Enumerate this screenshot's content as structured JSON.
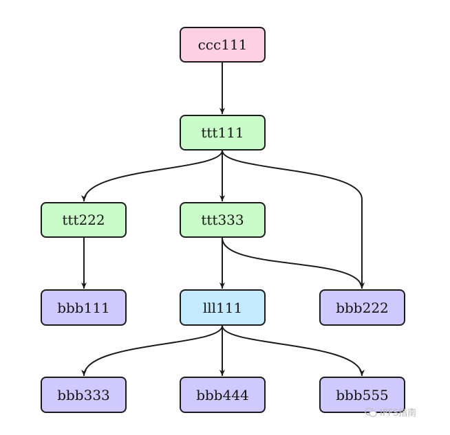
{
  "colors": {
    "pink": "#fdd1e3",
    "green": "#c9fcc9",
    "blue": "#c3eaff",
    "purple": "#cfc9fd",
    "edge": "#1a1a1a"
  },
  "nodes": {
    "ccc111": {
      "label": "ccc111",
      "color": "pink"
    },
    "ttt111": {
      "label": "ttt111",
      "color": "green"
    },
    "ttt222": {
      "label": "ttt222",
      "color": "green"
    },
    "ttt333": {
      "label": "ttt333",
      "color": "green"
    },
    "bbb111": {
      "label": "bbb111",
      "color": "purple"
    },
    "lll111": {
      "label": "lll111",
      "color": "blue"
    },
    "bbb222": {
      "label": "bbb222",
      "color": "purple"
    },
    "bbb333": {
      "label": "bbb333",
      "color": "purple"
    },
    "bbb444": {
      "label": "bbb444",
      "color": "purple"
    },
    "bbb555": {
      "label": "bbb555",
      "color": "purple"
    }
  },
  "edges": [
    [
      "ccc111",
      "ttt111"
    ],
    [
      "ttt111",
      "ttt222"
    ],
    [
      "ttt111",
      "ttt333"
    ],
    [
      "ttt111",
      "bbb222"
    ],
    [
      "ttt222",
      "bbb111"
    ],
    [
      "ttt333",
      "lll111"
    ],
    [
      "ttt333",
      "bbb222"
    ],
    [
      "lll111",
      "bbb333"
    ],
    [
      "lll111",
      "bbb444"
    ],
    [
      "lll111",
      "bbb555"
    ]
  ],
  "watermark": {
    "text": "IPFS指南",
    "icon": "wechat-icon"
  }
}
